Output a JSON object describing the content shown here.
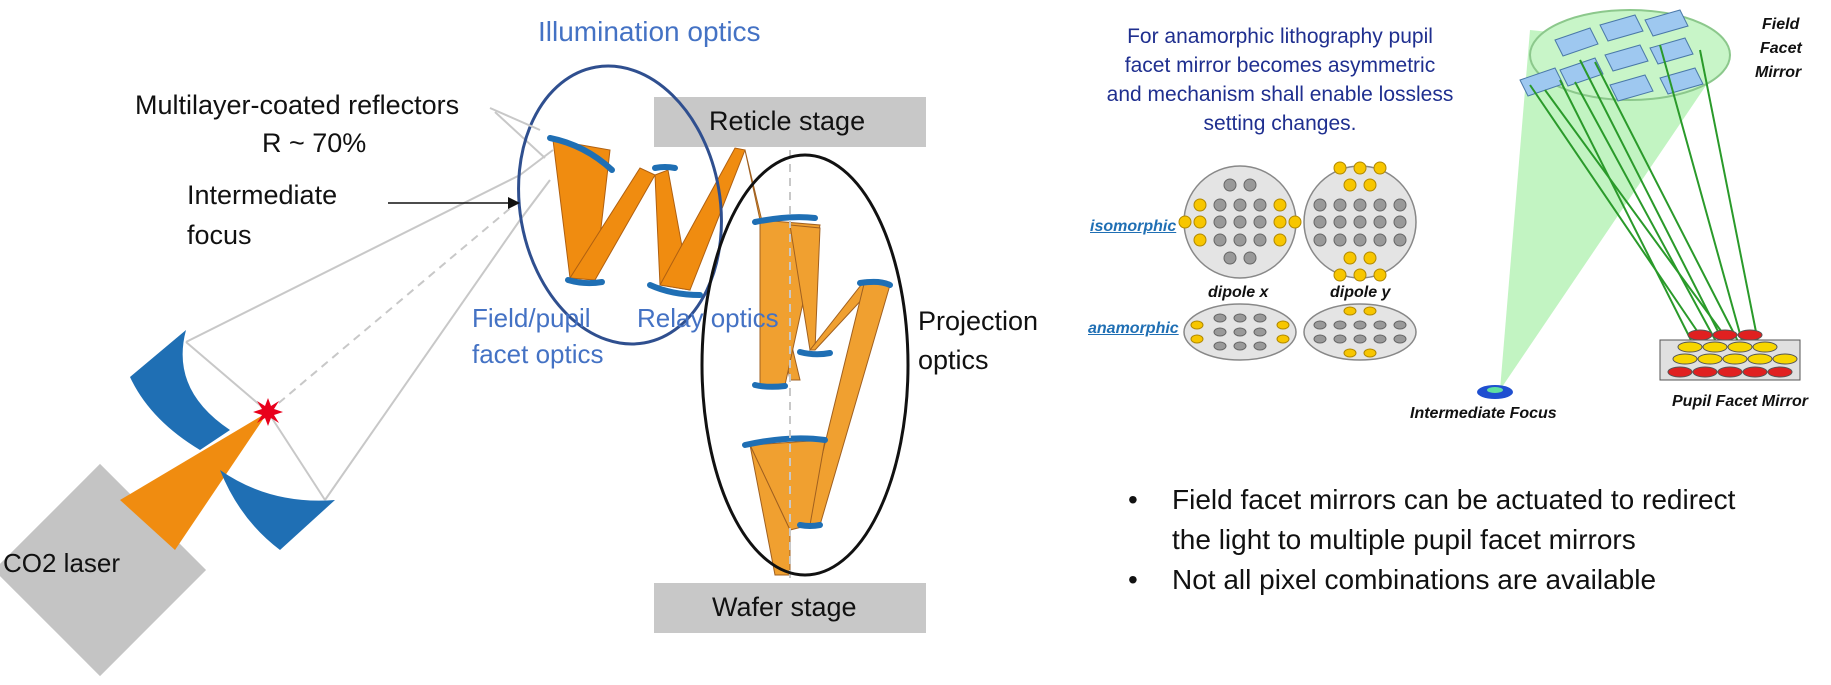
{
  "left": {
    "title": "Illumination optics",
    "reflectors_line1": "Multilayer-coated reflectors",
    "reflectors_line2": "R ~ 70%",
    "intermediate_line1": "Intermediate",
    "intermediate_line2": "focus",
    "reticle": "Reticle stage",
    "wafer": "Wafer stage",
    "field_line1": "Field/pupil",
    "field_line2": "facet optics",
    "relay": "Relay optics",
    "projection_line1": "Projection",
    "projection_line2": "optics",
    "laser": "CO2 laser"
  },
  "right": {
    "note_line1": "For anamorphic lithography pupil",
    "note_line2": "facet mirror becomes asymmetric",
    "note_line3": "and mechanism shall enable lossless",
    "note_line4": "setting changes.",
    "isomorphic": "isomorphic",
    "anamorphic": "anamorphic",
    "dipole_x": "dipole x",
    "dipole_y": "dipole y",
    "field_facet_line1": "Field",
    "field_facet_line2": "Facet",
    "field_facet_line3": "Mirror",
    "intermediate_focus": "Intermediate Focus",
    "pupil_facet_mirror": "Pupil Facet Mirror",
    "bullets": [
      "Field facet mirrors can be actuated to redirect",
      "the light to multiple pupil facet mirrors",
      "Not all pixel combinations are available"
    ]
  },
  "colors": {
    "orange": "#f0a030",
    "mirror_blue": "#1f6fb4",
    "label_blue": "#4472c4",
    "navy_text": "#1f2f8f",
    "stage_gray": "#c8c8c8",
    "yellow": "#f7c600",
    "green_cone": "#a8f0a8"
  }
}
